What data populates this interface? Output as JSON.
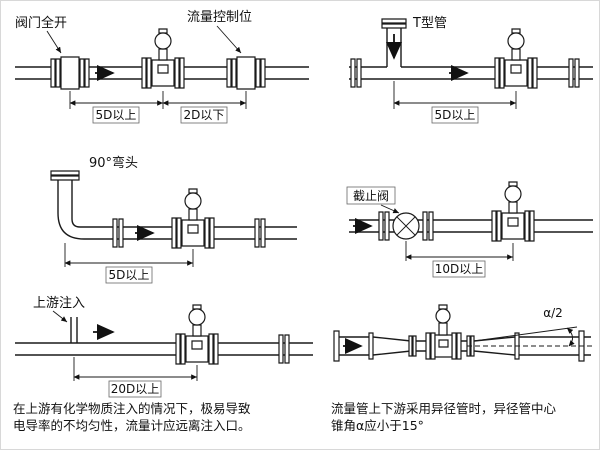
{
  "page": {
    "background": "#ffffff",
    "line_color": "#1a1a1a"
  },
  "panels": {
    "valve_open": {
      "title": "阀门全开",
      "control_label": "流量控制位",
      "dim_upstream": "5D以上",
      "dim_downstream": "2D以下"
    },
    "t_pipe": {
      "title": "T型管",
      "dim": "5D以上"
    },
    "elbow": {
      "title": "90°弯头",
      "dim": "5D以上"
    },
    "stop_valve": {
      "title": "截止阀",
      "dim": "10D以上"
    },
    "injection": {
      "title": "上游注入",
      "dim": "20D以上",
      "caption_line1": "在上游有化学物质注入的情况下，极易导致",
      "caption_line2": "电导率的不均匀性，流量计应远离注入口。"
    },
    "reducer": {
      "angle_label": "α/2",
      "caption_line1": "流量管上下游采用异径管时，异径管中心",
      "caption_line2": "锥角α应小于15°"
    }
  }
}
